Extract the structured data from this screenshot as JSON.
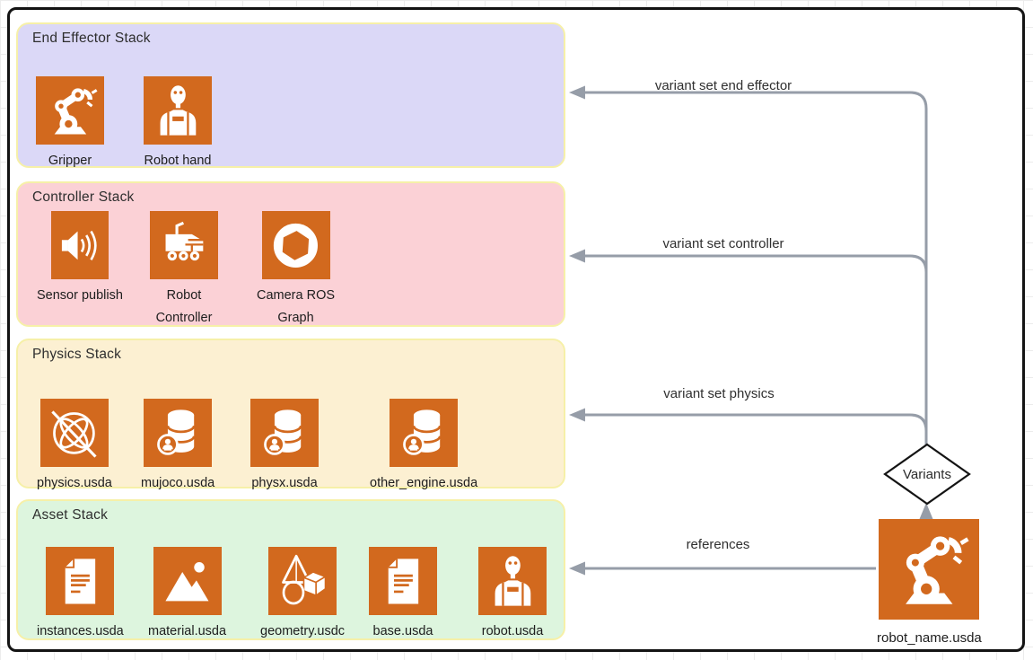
{
  "stacks": [
    {
      "title": "End Effector Stack",
      "items": [
        {
          "label": "Gripper",
          "icon": "robot-arm-icon"
        },
        {
          "label": "Robot hand",
          "icon": "robot-humanoid-icon"
        }
      ]
    },
    {
      "title": "Controller Stack",
      "items": [
        {
          "label": "Sensor publish",
          "icon": "speaker-waves-icon"
        },
        {
          "label": "Robot\nController",
          "icon": "rover-icon"
        },
        {
          "label": "Camera ROS\nGraph",
          "icon": "camera-aperture-icon"
        }
      ]
    },
    {
      "title": "Physics Stack",
      "items": [
        {
          "label": "physics.usda",
          "icon": "atom-orbits-icon"
        },
        {
          "label": "mujoco.usda",
          "icon": "database-user-icon"
        },
        {
          "label": "physx.usda",
          "icon": "database-user-icon"
        },
        {
          "label": "other_engine.usda",
          "icon": "database-user-icon"
        }
      ]
    },
    {
      "title": "Asset Stack",
      "items": [
        {
          "label": "instances.usda",
          "icon": "document-icon"
        },
        {
          "label": "material.usda",
          "icon": "image-mountain-icon"
        },
        {
          "label": "geometry.usdc",
          "icon": "geometry-shapes-icon"
        },
        {
          "label": "base.usda",
          "icon": "document-icon"
        },
        {
          "label": "robot.usda",
          "icon": "robot-humanoid-icon"
        }
      ]
    }
  ],
  "edges": {
    "end_effector": "variant set end effector",
    "controller": "variant set controller",
    "physics": "variant set physics",
    "references": "references"
  },
  "variants": {
    "label": "Variants"
  },
  "root": {
    "label": "robot_name.usda",
    "icon": "robot-arm-icon"
  },
  "colors": {
    "orange": "#D2691E",
    "panel_end_effector": "#DBD8F7",
    "panel_controller": "#FBD1D6",
    "panel_physics": "#FCF0D2",
    "panel_asset": "#DDF5DE",
    "panel_border": "#F6F0A8",
    "edge": "#969DA8",
    "frame_border": "#141414",
    "text": "#262626"
  }
}
